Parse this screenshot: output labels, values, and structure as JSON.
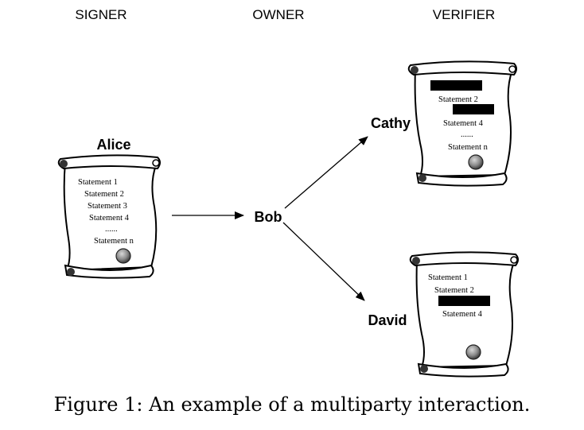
{
  "headers": {
    "signer": "SIGNER",
    "owner": "OWNER",
    "verifier": "VERIFIER"
  },
  "people": {
    "alice": "Alice",
    "bob": "Bob",
    "cathy": "Cathy",
    "david": "David"
  },
  "alice_doc": {
    "s1": "Statement 1",
    "s2": "Statement 2",
    "s3": "Statement 3",
    "s4": "Statement 4",
    "dots": "......",
    "sn": "Statement n"
  },
  "cathy_doc": {
    "s2": "Statement 2",
    "s4": "Statement 4",
    "dots": "......",
    "sn": "Statement n"
  },
  "david_doc": {
    "s1": "Statement 1",
    "s2": "Statement 2",
    "s4": "Statement 4"
  },
  "caption": "Figure 1: An example of a multiparty interaction."
}
